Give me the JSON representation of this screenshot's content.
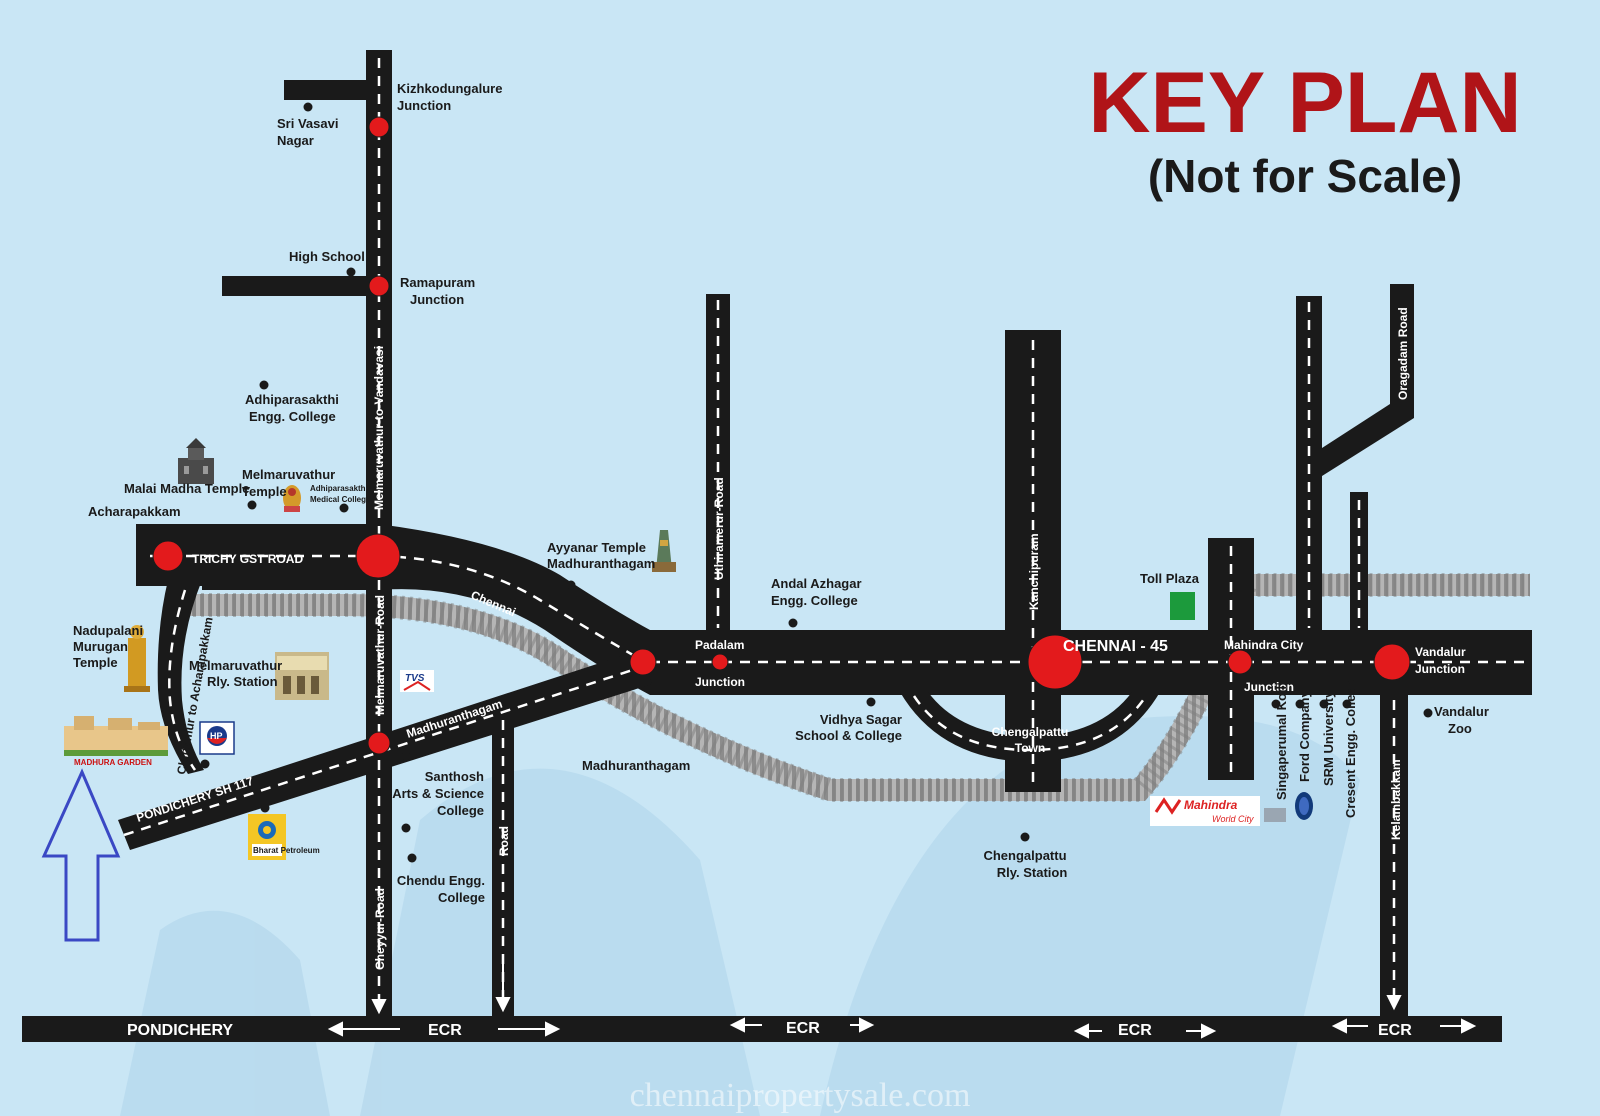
{
  "title": {
    "main": "KEY PLAN",
    "sub": "(Not for Scale)",
    "color": "#b01418"
  },
  "colors": {
    "road": "#1a1a1a",
    "junction": "#e31a1c",
    "background": "#c9e6f5",
    "rail": "#8c8c8c",
    "arrow": "#3a48c4",
    "toll": "#1c9a3c"
  },
  "roads": {
    "trichy_gst": "TRICHY GST ROAD",
    "chennai": "Chennai",
    "madhuranthagam": "Madhuranthagam",
    "pondichery_sh": "PONDICHERY SH 117",
    "chittamur": "Chittamur to Acharapakkam",
    "melmaruvathur_vandavasi": "Melmaruvathur-to-Vandavasi",
    "melmaruvathur_road": "Melmaruvathur-Road",
    "cheyyur": "Cheyyur-Road",
    "road": "Road",
    "uthiramerur": "Uthiramerur-Road",
    "kanchipuram": "Kanchipuram",
    "chennai45": "CHENNAI - 45",
    "oragadam": "Oragadam Road",
    "kelambakkam": "Kelambakkam",
    "pondichery": "PONDICHERY",
    "ecr": "ECR"
  },
  "places": {
    "sri_vasavi": [
      "Sri Vasavi",
      "Nagar"
    ],
    "kizhkodungalure": [
      "Kizhkodungalure",
      "Junction"
    ],
    "high_school": "High School",
    "ramapuram": [
      "Ramapuram",
      "Junction"
    ],
    "adhiparasakthi_engg": [
      "Adhiparasakthi",
      "Engg. College"
    ],
    "malai_madha": "Malai Madha Temple",
    "melmaruvathur_temple": [
      "Melmaruvathur",
      "Temple"
    ],
    "adhiparasakthi_medical": [
      "Adhiparasakthi",
      "Medical College"
    ],
    "acharapakkam": "Acharapakkam",
    "nadupalani": [
      "Nadupalani",
      "Murugan",
      "Temple"
    ],
    "melmaruvathur_rly": [
      "Melmaruvathur",
      "Rly. Station"
    ],
    "madhura_garden": "MADHURA GARDEN",
    "ayyanar": [
      "Ayyanar Temple",
      "Madhuranthagam"
    ],
    "andal_azhagar": [
      "Andal Azhagar",
      "Engg. College"
    ],
    "padalam": [
      "Padalam",
      "Junction"
    ],
    "madhuranthagam": "Madhuranthagam",
    "santhosh": [
      "Santhosh",
      "Arts & Science",
      "College"
    ],
    "chendu": [
      "Chendu Engg.",
      "College"
    ],
    "vidhya_sagar": [
      "Vidhya Sagar",
      "School & College"
    ],
    "chengalpattu_town": [
      "Chengalpattu",
      "Town"
    ],
    "chengalpattu_rly": [
      "Chengalpattu",
      "Rly. Station"
    ],
    "toll_plaza": "Toll Plaza",
    "mahindra_city": "Mahindra City",
    "junction": "Junction",
    "vandalur_junction": [
      "Vandalur",
      "Junction"
    ],
    "vandalur_zoo": [
      "Vandalur",
      "Zoo"
    ],
    "singaperumal": "Singaperumal Koil",
    "ford": "Ford Company",
    "srm": "SRM University",
    "cresent": "Cresent Engg. College"
  },
  "logos": {
    "tvs": "TVS",
    "hp": "HP",
    "mahindra": "Mahindra",
    "world_city": "World City",
    "bharat": "Bharat Petroleum"
  },
  "watermark": "chennaipropertysale.com"
}
